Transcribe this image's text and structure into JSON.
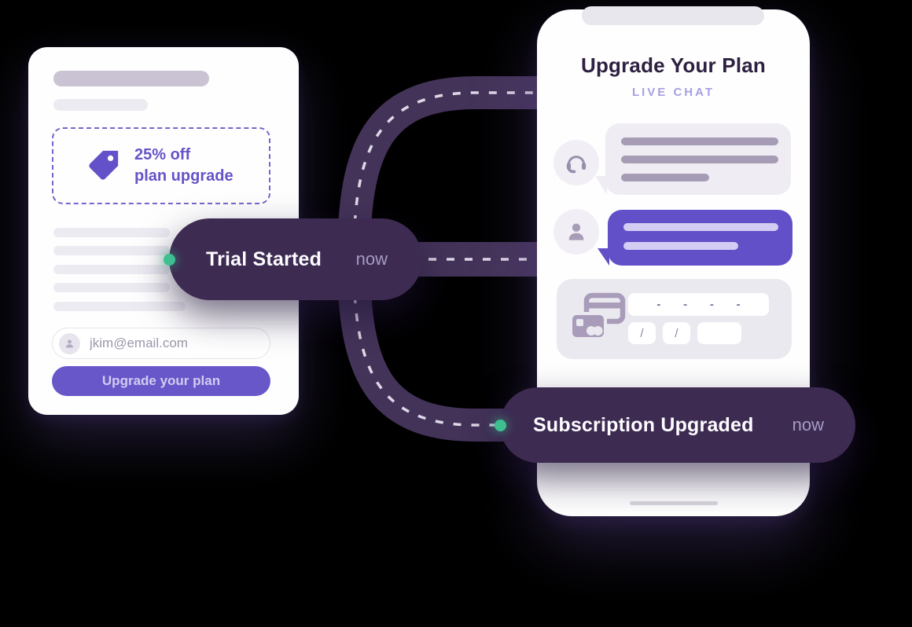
{
  "left_card": {
    "offer_line1": "25% off",
    "offer_line2": "plan upgrade",
    "email_value": "jkim@email.com",
    "button_label": "Upgrade your plan"
  },
  "events": {
    "trial": {
      "label": "Trial Started",
      "time": "now"
    },
    "subscription": {
      "label": "Subscription Upgraded",
      "time": "now"
    }
  },
  "phone": {
    "title": "Upgrade Your Plan",
    "subtitle": "LIVE CHAT",
    "payment": {
      "card_dash": "-",
      "expiry_slash": "/"
    }
  },
  "icons": {
    "tag": "price-tag",
    "headset": "support-headset",
    "person": "user-silhouette",
    "credit_card": "credit-cards",
    "email_avatar": "user-avatar"
  },
  "colors": {
    "background": "#000000",
    "accent_purple": "#6453c7",
    "pill_dark_purple": "#3d2b52",
    "road_purple": "#443359",
    "green_dot": "#3dbf8f",
    "skeleton_gray": "#edebf2",
    "muted_icon_purple": "#a89cba"
  }
}
